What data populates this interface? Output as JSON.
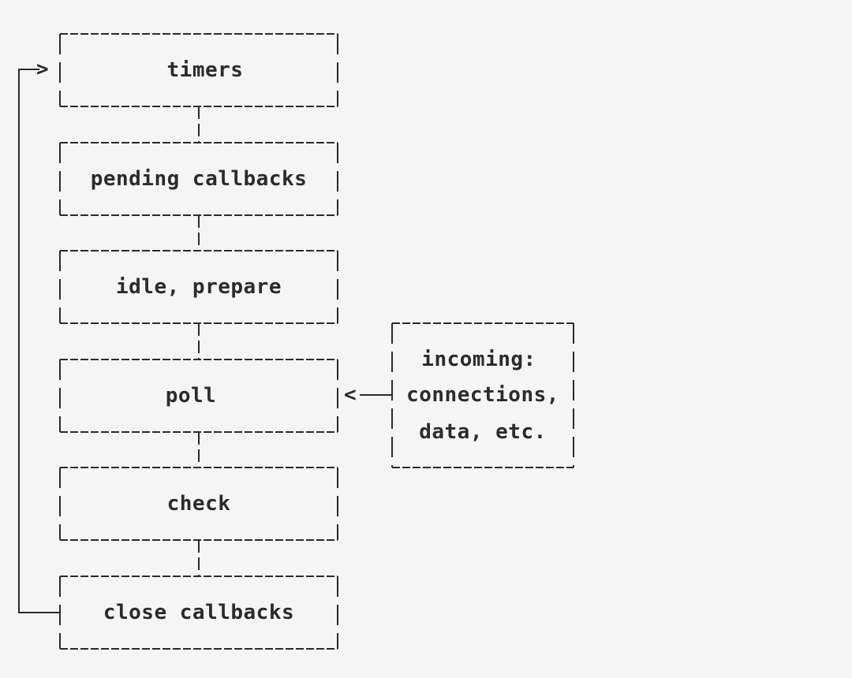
{
  "diagram": {
    "phases": [
      {
        "id": "timers",
        "label": "timers"
      },
      {
        "id": "pending-callbacks",
        "label": "pending callbacks"
      },
      {
        "id": "idle-prepare",
        "label": "idle, prepare"
      },
      {
        "id": "poll",
        "label": "poll"
      },
      {
        "id": "check",
        "label": "check"
      },
      {
        "id": "close-callbacks",
        "label": "close callbacks"
      }
    ],
    "incoming": {
      "lines": [
        "incoming:",
        "connections,",
        "data, etc."
      ]
    },
    "arrow_glyphs": {
      "loop_arrow": ">",
      "incoming_arrow": "<"
    }
  }
}
